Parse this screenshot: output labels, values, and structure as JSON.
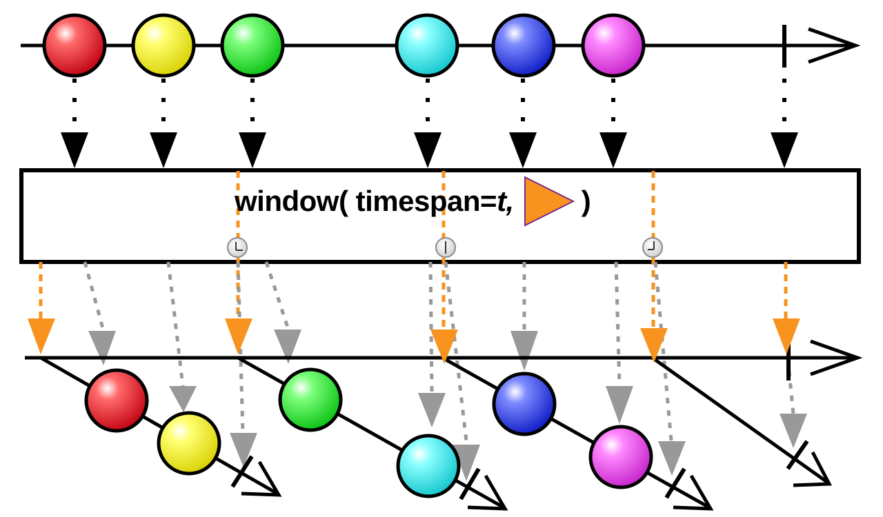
{
  "operator": {
    "name": "window(",
    "param": "timespan=",
    "param_var": "t,",
    "close": ")",
    "scheduler_icon": "orange-triangle-icon"
  },
  "colors": {
    "red": "#e8121c",
    "yellow": "#f4f018",
    "green": "#17e81c",
    "cyan": "#1ee6ea",
    "blue": "#2030e8",
    "magenta": "#e838e8",
    "orange": "#f7931e",
    "gray": "#999999"
  },
  "source": {
    "items": [
      {
        "color": "red"
      },
      {
        "color": "yellow"
      },
      {
        "color": "green"
      },
      {
        "color": "cyan"
      },
      {
        "color": "blue"
      },
      {
        "color": "magenta"
      }
    ],
    "completes": true
  },
  "windows": [
    {
      "items": [
        "red",
        "yellow"
      ]
    },
    {
      "items": [
        "green",
        "cyan"
      ]
    },
    {
      "items": [
        "blue",
        "magenta"
      ]
    },
    {
      "items": []
    }
  ],
  "timers": [
    "clock-icon",
    "clock-icon",
    "clock-icon"
  ]
}
